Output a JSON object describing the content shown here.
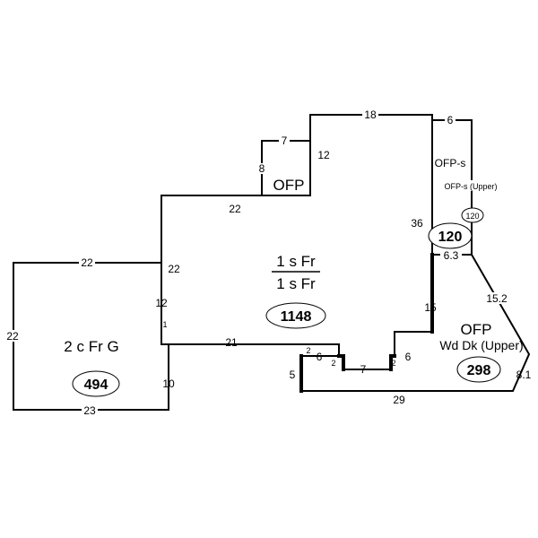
{
  "areas": {
    "garage": {
      "name": "2 c Fr G",
      "sqft": "494"
    },
    "main": {
      "name_top": "1 s Fr",
      "name_bottom": "1 s Fr",
      "sqft": "1148"
    },
    "ofp_top": {
      "name": "OFP"
    },
    "ofp_screened": {
      "name": "OFP-s",
      "name_upper": "OFP-s (Upper)",
      "sqft": "120",
      "sqft_small": "120"
    },
    "deck": {
      "name": "OFP",
      "subname": "Wd Dk (Upper)",
      "sqft": "298"
    }
  },
  "dimensions": {
    "garage_top": "22",
    "garage_left": "22",
    "garage_bottom": "23",
    "garage_right_lower": "10",
    "garage_step": "1",
    "main_left_upper": "22",
    "main_left_lower": "22",
    "main_left_mid": "12",
    "main_bottom_left": "21",
    "ofp_top_width": "7",
    "ofp_top_height": "8",
    "main_right_step": "12",
    "main_top": "18",
    "main_right": "36",
    "screen_top": "6",
    "screen_bottom": "6.3",
    "main_right_lower": "15",
    "bottom_step_left": "5",
    "bottom_jog_a": "2",
    "bottom_run_a": "6",
    "bottom_jog_b": "2",
    "bottom_run_b": "7",
    "bottom_jog_c": "2",
    "bottom_run_c": "6",
    "deck_bottom": "29",
    "deck_diag": "15.2",
    "deck_end": "8.1"
  }
}
